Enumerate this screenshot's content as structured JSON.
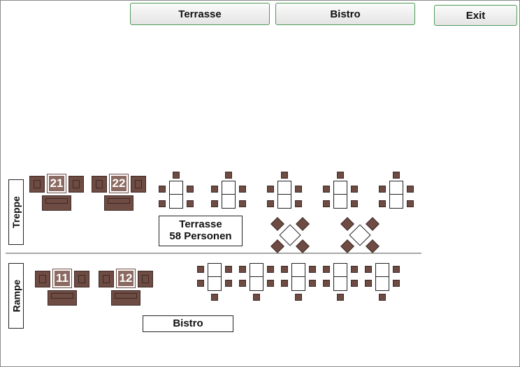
{
  "nav": {
    "terrasse_label": "Terrasse",
    "bistro_label": "Bistro",
    "exit_label": "Exit"
  },
  "areas": {
    "treppe": "Treppe",
    "rampe": "Rampe",
    "terrasse_line1": "Terrasse",
    "terrasse_line2": "58 Personen",
    "bistro": "Bistro"
  },
  "sofa_tables": {
    "t21": "21",
    "t22": "22",
    "t11": "11",
    "t12": "12"
  },
  "colors": {
    "furniture": "#6e4b43",
    "button_border": "#4d9a56"
  }
}
